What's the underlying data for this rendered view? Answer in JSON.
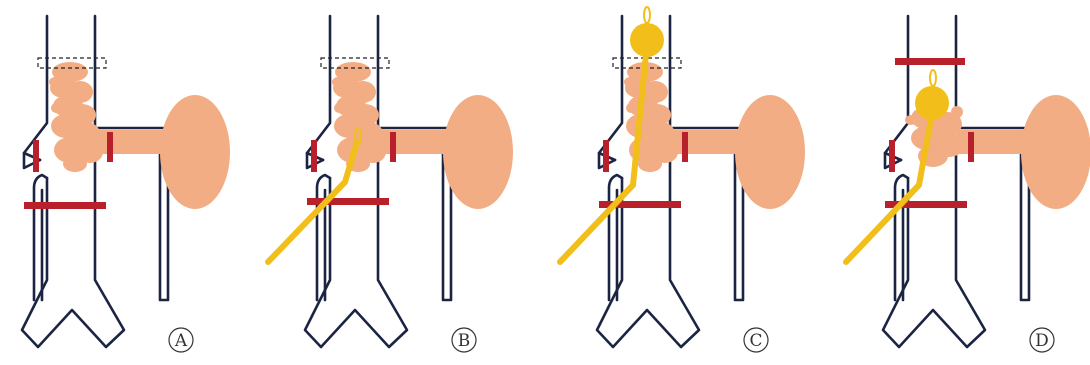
{
  "panels": [
    {
      "id": "A",
      "label": "A"
    },
    {
      "id": "B",
      "label": "B"
    },
    {
      "id": "C",
      "label": "C"
    },
    {
      "id": "D",
      "label": "D"
    }
  ],
  "colors": {
    "vessel_outline": "#1c2444",
    "clamp": "#b8212b",
    "tumor_and_kidney": "#f2ad84",
    "catheter_and_balloon": "#f2be1a"
  }
}
